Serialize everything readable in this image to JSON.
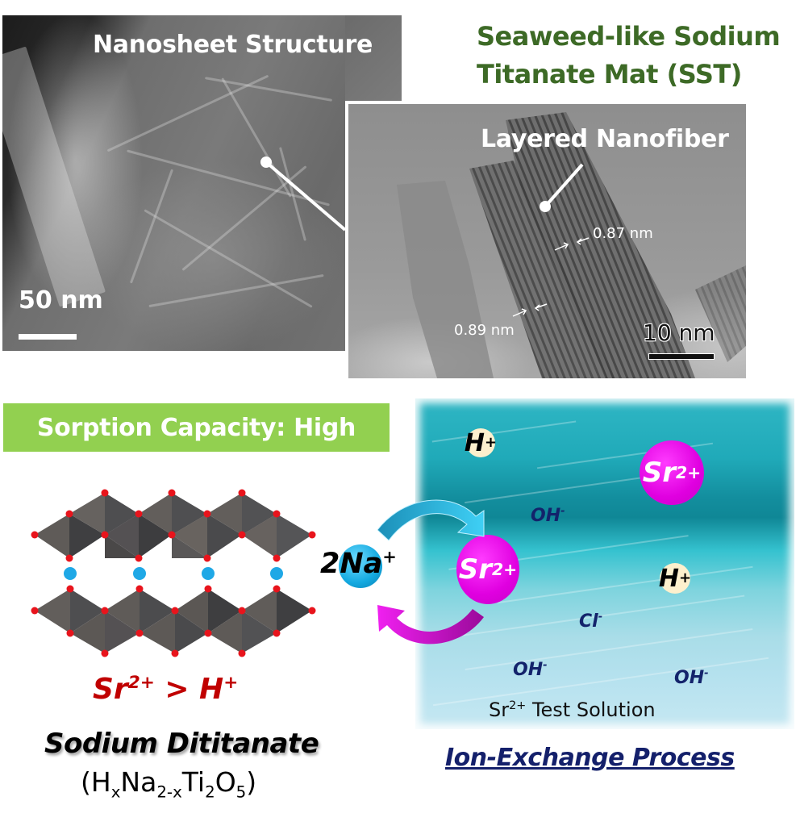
{
  "figure": {
    "title_line1": "Seaweed-like Sodium",
    "title_line2": "Titanate Mat (SST)",
    "title_color": "#3d6a26"
  },
  "sem_image": {
    "label": "Nanosheet Structure",
    "scale_bar_label": "50 nm",
    "marker_icon": "callout-dot-icon"
  },
  "tem_image": {
    "label": "Layered Nanofiber",
    "scale_bar_label": "10 nm",
    "spacing_measurements": [
      {
        "label": "0.87 nm"
      },
      {
        "label": "0.89 nm"
      }
    ],
    "marker_icon": "callout-dot-icon"
  },
  "sorption_badge": {
    "label": "Sorption Capacity: High",
    "color": "#92d050"
  },
  "crystal_structure": {
    "icon": "octahedral-layer-structure-icon",
    "interlayer_ion_color": "#1fa8e6",
    "oxygen_color": "#e8141c",
    "selectivity": {
      "left": "Sr",
      "left_sup": "2+",
      "op": " > ",
      "right": "H",
      "right_sup": "+"
    },
    "material_name": "Sodium Dititanate",
    "formula": {
      "open": "(",
      "h": "H",
      "h_sub": "x",
      "na": "Na",
      "na_sub": "2-x",
      "ti": "Ti",
      "ti_sub": "2",
      "o": "O",
      "o_sub": "5",
      "close": ")"
    }
  },
  "exchange": {
    "na_ion": {
      "coef": "2",
      "symbol": "Na",
      "charge": "+"
    },
    "arrow_in_color": "#1fb4e0",
    "arrow_out_color": "#e010e0"
  },
  "solution": {
    "ions": [
      {
        "kind": "H",
        "symbol": "H",
        "charge": "+"
      },
      {
        "kind": "Sr",
        "symbol": "Sr",
        "charge": "2+"
      },
      {
        "kind": "OH",
        "symbol": "OH",
        "charge": "-"
      },
      {
        "kind": "Sr",
        "symbol": "Sr",
        "charge": "2+"
      },
      {
        "kind": "H",
        "symbol": "H",
        "charge": "+"
      },
      {
        "kind": "Cl",
        "symbol": "Cl",
        "charge": "-"
      },
      {
        "kind": "OH",
        "symbol": "OH",
        "charge": "-"
      },
      {
        "kind": "OH",
        "symbol": "OH",
        "charge": "-"
      }
    ],
    "label_prefix": "Sr",
    "label_sup": "2+",
    "label_suffix": " Test Solution"
  },
  "process_title": "Ion-Exchange Process"
}
